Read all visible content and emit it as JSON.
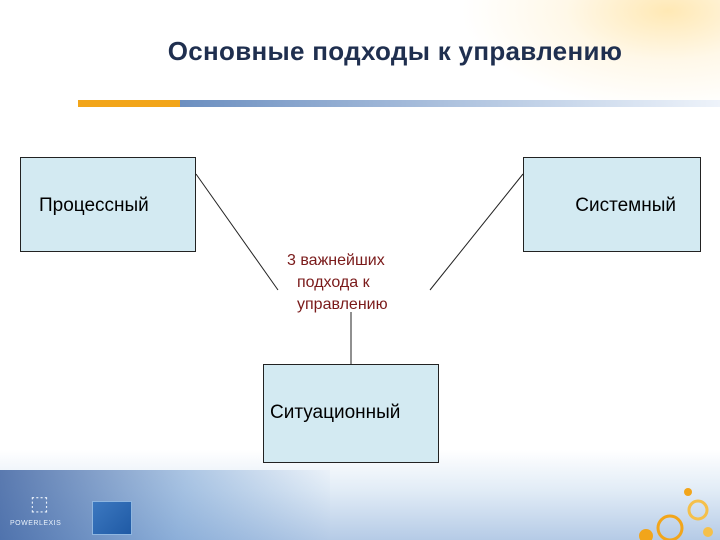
{
  "slide": {
    "title": "Основные подходы к управлению"
  },
  "diagram": {
    "nodes": {
      "left": "Процессный",
      "right": "Системный",
      "bottom": "Ситуационный"
    },
    "center_text": {
      "line1": "3 важнейших",
      "line2": "подхода к",
      "line3": "управлению"
    }
  },
  "footer": {
    "logo_text": "POWERLEXIS"
  },
  "colors": {
    "title": "#1f2f4f",
    "box_fill": "#d3eaf2",
    "center_text": "#7a1a1a",
    "accent_orange": "#f2a51a",
    "accent_blue": "#6c8fc0"
  }
}
